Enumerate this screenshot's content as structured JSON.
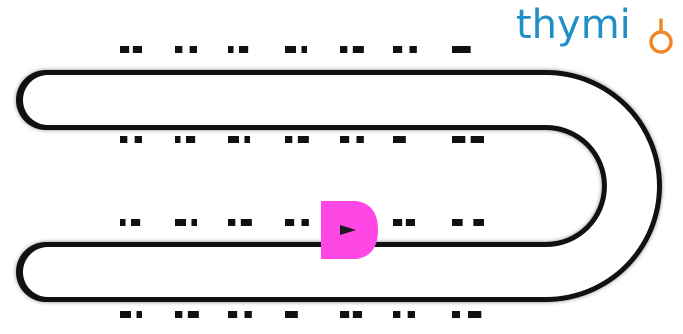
{
  "app": {
    "logo_text": "thymi",
    "logo_colors": {
      "text": "#1f8fc6",
      "ring": "#f0862a"
    }
  },
  "track": {
    "shape": "hairpin-U",
    "lanes": 2,
    "surface_color": "#ffffff",
    "border_color": "#111111"
  },
  "robot": {
    "name": "thymio",
    "color": "#ff47e6",
    "heading": "right",
    "heading_icon": "arrow-right-icon"
  },
  "barcodes": {
    "rows": 4,
    "row_names": [
      "barcode-row-top",
      "barcode-row-upper-middle",
      "barcode-row-lower-middle",
      "barcode-row-bottom"
    ]
  }
}
